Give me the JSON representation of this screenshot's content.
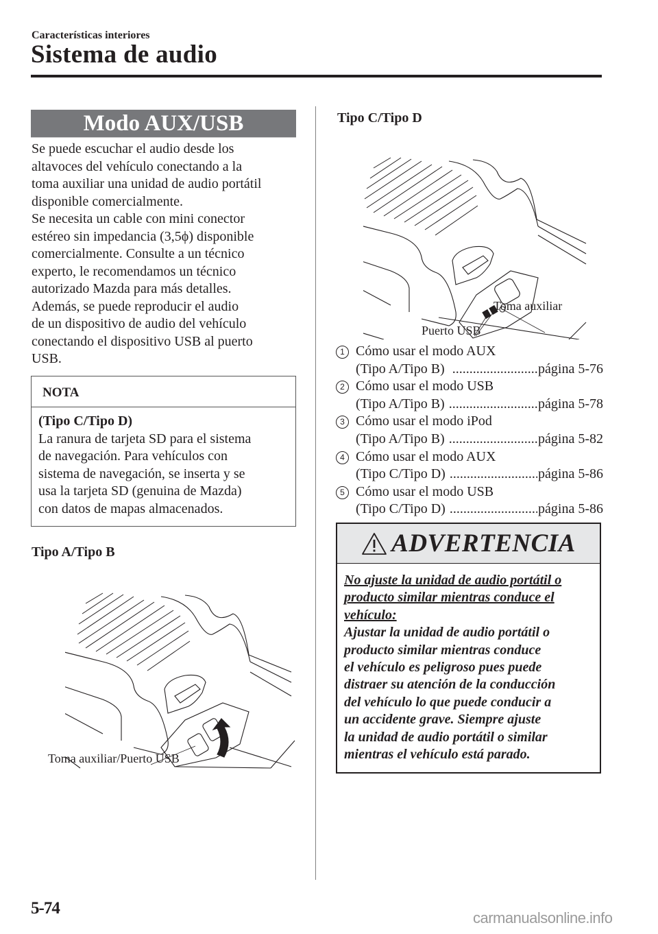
{
  "header": {
    "section": "Características interiores",
    "title": "Sistema de audio"
  },
  "left_column": {
    "mode_heading": "Modo AUX/USB",
    "intro_paragraph": "Se puede escuchar el audio desde los altavoces del vehículo conectando a la toma auxiliar una unidad de audio portátil disponible comercialmente.",
    "cable_paragraph": "Se necesita un cable con mini conector estéreo sin impedancia (3,5ϕ) disponible comercialmente. Consulte a un técnico experto, le recomendamos un técnico autorizado Mazda para más detalles.",
    "usb_paragraph": "Además, se puede reproducir el audio de un dispositivo de audio del vehículo conectando el dispositivo USB al puerto USB.",
    "intro_lines": [
      "Se puede escuchar el audio desde los",
      "altavoces del vehículo conectando a la",
      "toma auxiliar una unidad de audio portátil",
      "disponible comercialmente.",
      "Se necesita un cable con mini conector",
      "estéreo sin impedancia (3,5ϕ) disponible",
      "comercialmente. Consulte a un técnico",
      "experto, le recomendamos un técnico",
      "autorizado Mazda para más detalles.",
      "Además, se puede reproducir el audio",
      "de un dispositivo de audio del vehículo",
      "conectando el dispositivo USB al puerto",
      "USB."
    ],
    "note": {
      "label": "NOTA",
      "subtitle": "(Tipo C/Tipo D)",
      "lines": [
        "La ranura de tarjeta SD para el sistema",
        "de navegación. Para vehículos con",
        "sistema de navegación, se inserta y se",
        "usa la tarjeta SD (genuina de Mazda)",
        "con datos de mapas almacenados."
      ]
    },
    "figure_ab": {
      "heading": "Tipo A/Tipo B",
      "caption": "Toma auxiliar/Puerto USB"
    }
  },
  "right_column": {
    "figure_cd": {
      "heading": "Tipo C/Tipo D",
      "caption_aux": "Toma auxiliar",
      "caption_usb": "Puerto USB"
    },
    "references": [
      {
        "num": "1",
        "title": "Cómo usar el modo AUX",
        "type": "(Tipo A/Tipo B)",
        "page": "página 5-76"
      },
      {
        "num": "2",
        "title": "Cómo usar el modo USB",
        "type": "(Tipo A/Tipo B)",
        "page": "página 5-78"
      },
      {
        "num": "3",
        "title": "Cómo usar el modo iPod",
        "type": "(Tipo A/Tipo B)",
        "page": "página 5-82"
      },
      {
        "num": "4",
        "title": "Cómo usar el modo AUX",
        "type": "(Tipo C/Tipo D)",
        "page": "página 5-86"
      },
      {
        "num": "5",
        "title": "Cómo usar el modo USB",
        "type": "(Tipo C/Tipo D)",
        "page": "página 5-86"
      }
    ],
    "warning": {
      "icon": "warning-triangle-icon",
      "title": "ADVERTENCIA",
      "underlined_lines": [
        "No ajuste la unidad de audio portátil o",
        "producto similar mientras conduce el",
        "vehículo:"
      ],
      "lines": [
        "Ajustar la unidad de audio portátil o",
        "producto similar mientras conduce",
        "el vehículo es peligroso pues puede",
        "distraer su atención de la conducción",
        "del vehículo lo que puede conducir a",
        "un accidente grave. Siempre ajuste",
        "la unidad de audio portátil o similar",
        "mientras el vehículo está parado."
      ]
    }
  },
  "footer": {
    "page_number": "5-74",
    "watermark": "carmanualsonline.info"
  },
  "colors": {
    "text": "#231f20",
    "mode_heading_bg": "#77787b",
    "warning_heading_bg": "#e6e7e8",
    "watermark": "#9a9a9a"
  }
}
